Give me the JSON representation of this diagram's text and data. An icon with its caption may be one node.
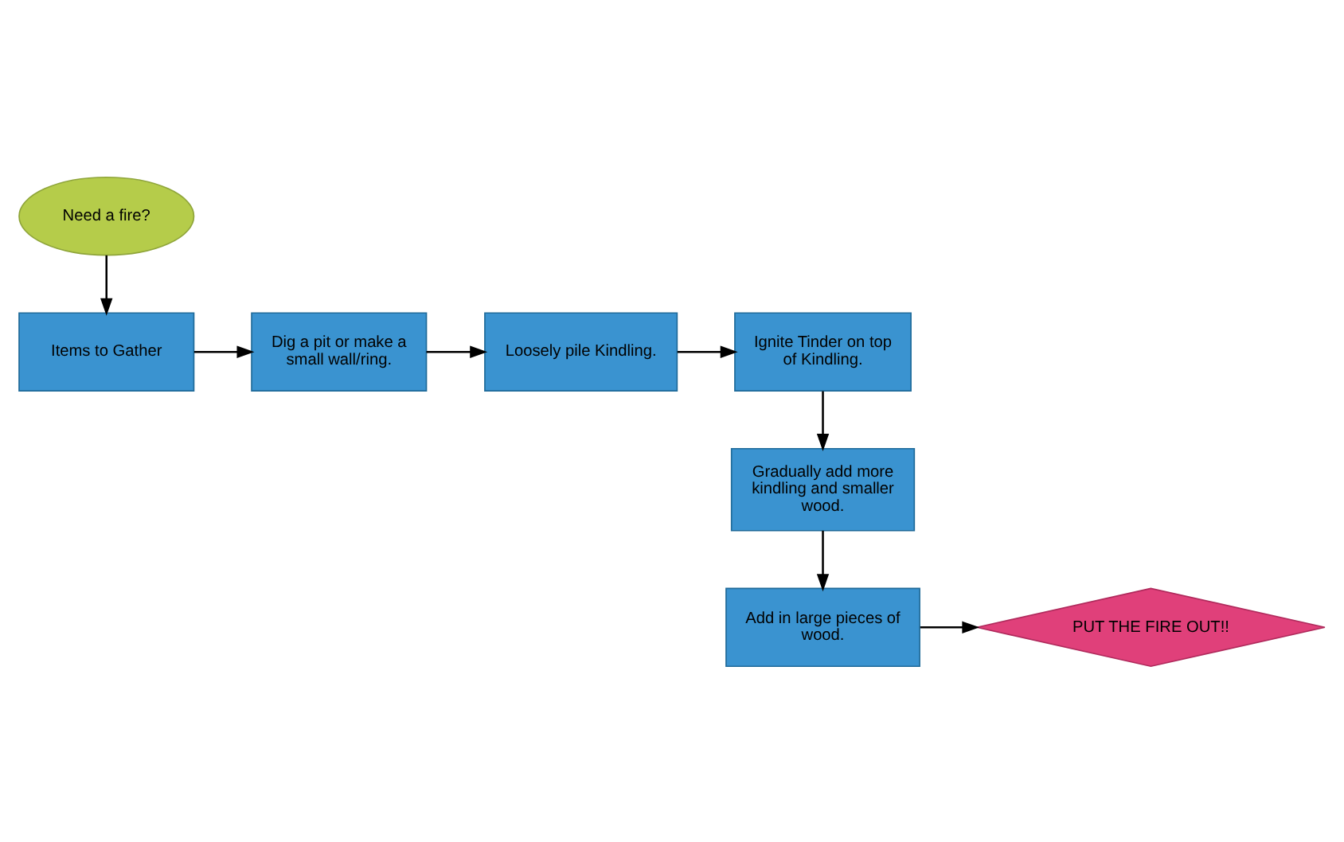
{
  "diagram": {
    "nodes": [
      {
        "text": [
          "Need a fire?"
        ]
      },
      {
        "text": [
          "Items to Gather"
        ]
      },
      {
        "text": [
          "Dig a pit or make a small wall/ring."
        ]
      },
      {
        "text": [
          "Loosely pile Kindling."
        ]
      },
      {
        "text": [
          "Ignite Tinder on top of Kindling."
        ]
      },
      {
        "text": [
          "Gradually add more kindling and smaller wood."
        ]
      },
      {
        "text": [
          "Add in large pieces of wood."
        ]
      },
      {
        "text": [
          "PUT THE FIRE OUT!!"
        ]
      }
    ],
    "edges": [
      {
        "from": 0,
        "to": 1,
        "arrow": "to"
      },
      {
        "from": 1,
        "to": 2,
        "arrow": "to"
      },
      {
        "from": 2,
        "to": 3,
        "arrow": "to"
      },
      {
        "from": 3,
        "to": 4,
        "arrow": "to"
      },
      {
        "from": 4,
        "to": 5,
        "arrow": "to"
      },
      {
        "from": 5,
        "to": 6,
        "arrow": "to"
      },
      {
        "from": 6,
        "to": 7,
        "arrow": "to"
      }
    ]
  }
}
